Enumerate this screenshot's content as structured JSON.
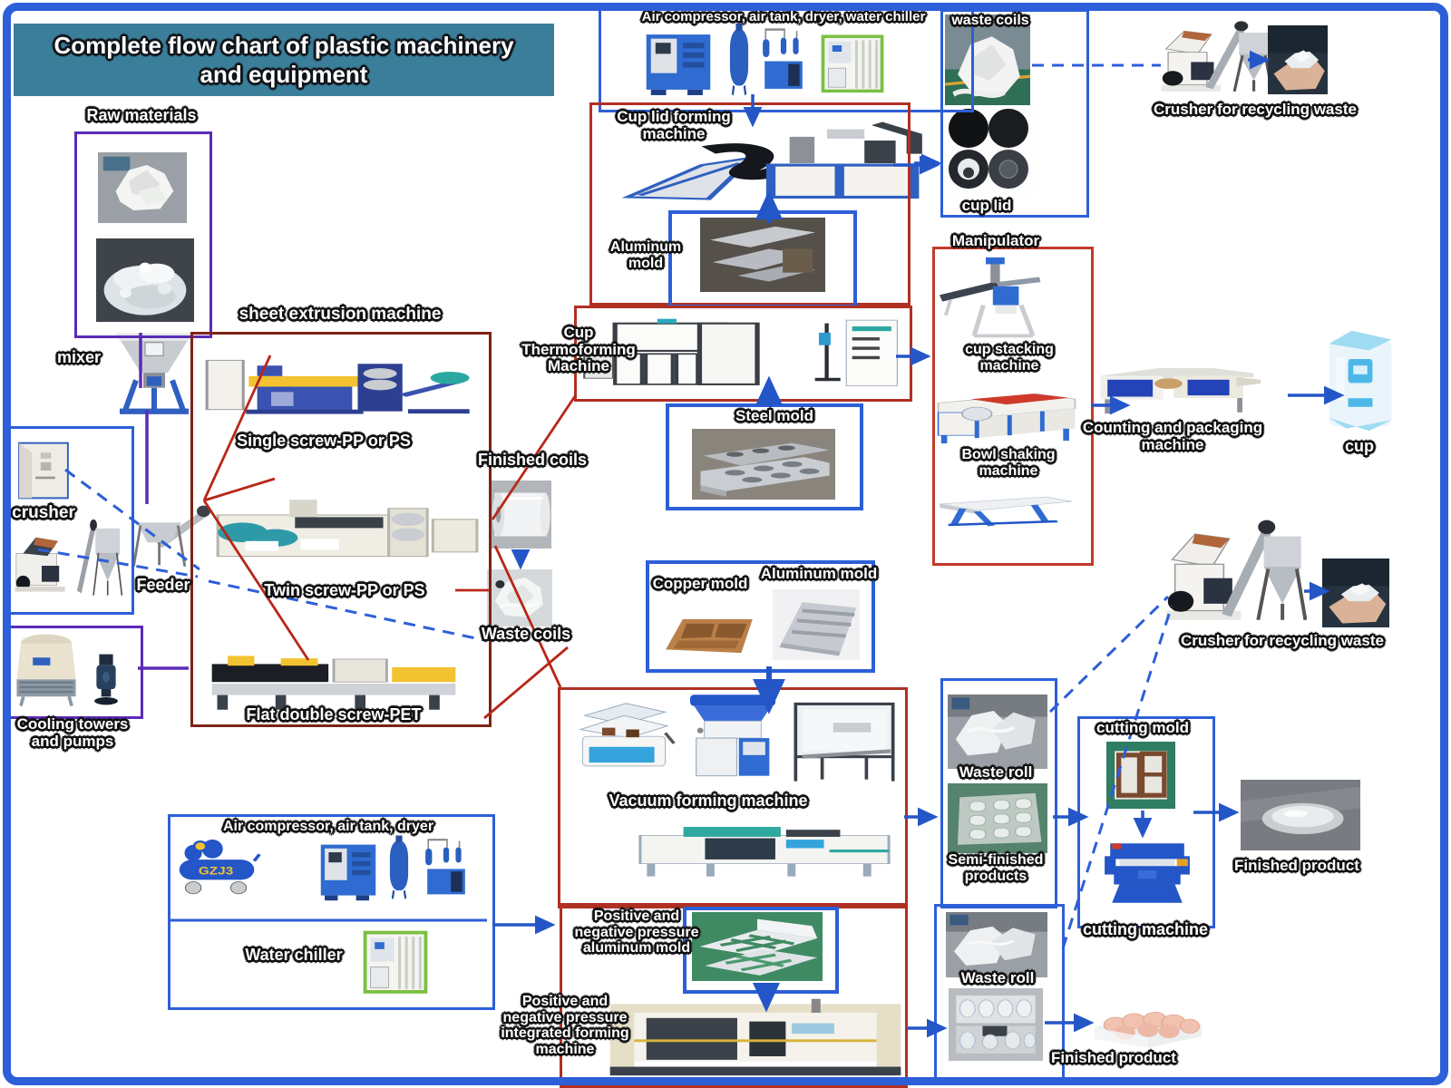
{
  "title": {
    "line1": "Complete flow chart of plastic machinery",
    "line2": "and equipment"
  },
  "labels": {
    "raw_materials": "Raw materials",
    "mixer": "mixer",
    "crusher": "crusher",
    "feeder": "Feeder",
    "cooling_towers": "Cooling towers and pumps",
    "sheet_extrusion": "sheet extrusion machine",
    "single_screw": "Single screw-PP or PS",
    "twin_screw": "Twin screw-PP or PS",
    "flat_double_screw": "Flat double screw-PET",
    "finished_coils": "Finished coils",
    "waste_coils_mid": "Waste coils",
    "air_compressor_top": "Air compressor, air tank, dryer,  water chiller",
    "cup_lid_forming": "Cup lid forming machine",
    "aluminum_mold_top": "Aluminum mold",
    "waste_coils_top": "waste coils",
    "cup_lid": "cup lid",
    "crusher_recycling_top": "Crusher for recycling waste",
    "cup_thermoforming": "Cup Thermoforming Machine",
    "steel_mold": "Steel mold",
    "manipulator": "Manipulator",
    "cup_stacking": "cup stacking machine",
    "bowl_shaking": "Bowl shaking machine",
    "counting_packaging": "Counting and packaging machine",
    "cup": "cup",
    "copper_mold": "Copper mold",
    "aluminum_mold_mid": "Aluminum mold",
    "vacuum_forming": "Vacuum forming machine",
    "waste_roll_mid": "Waste roll",
    "semi_finished": "Semi-finished products",
    "cutting_mold": "cutting mold",
    "cutting_machine": "cutting machine",
    "finished_product_cut": "Finished product",
    "crusher_recycling_right": "Crusher for recycling waste",
    "air_compressor_bottom": "Air compressor, air tank, dryer",
    "water_chiller": "Water chiller",
    "gzj3": "GZJ3",
    "pos_neg_mold": "Positive and negative pressure aluminum mold",
    "pos_neg_machine": "Positive and negative pressure integrated forming machine",
    "waste_roll_bottom": "Waste roll",
    "finished_product_bottom": "Finished product"
  },
  "colors": {
    "border_blue": "#2d5fd8",
    "box_purple": "#5b2bb8",
    "box_dark_red": "#7c2417",
    "box_red": "#b03024",
    "title_bg": "#3b7e99",
    "arrow_blue": "#2456c8",
    "line_red": "#b82718"
  }
}
